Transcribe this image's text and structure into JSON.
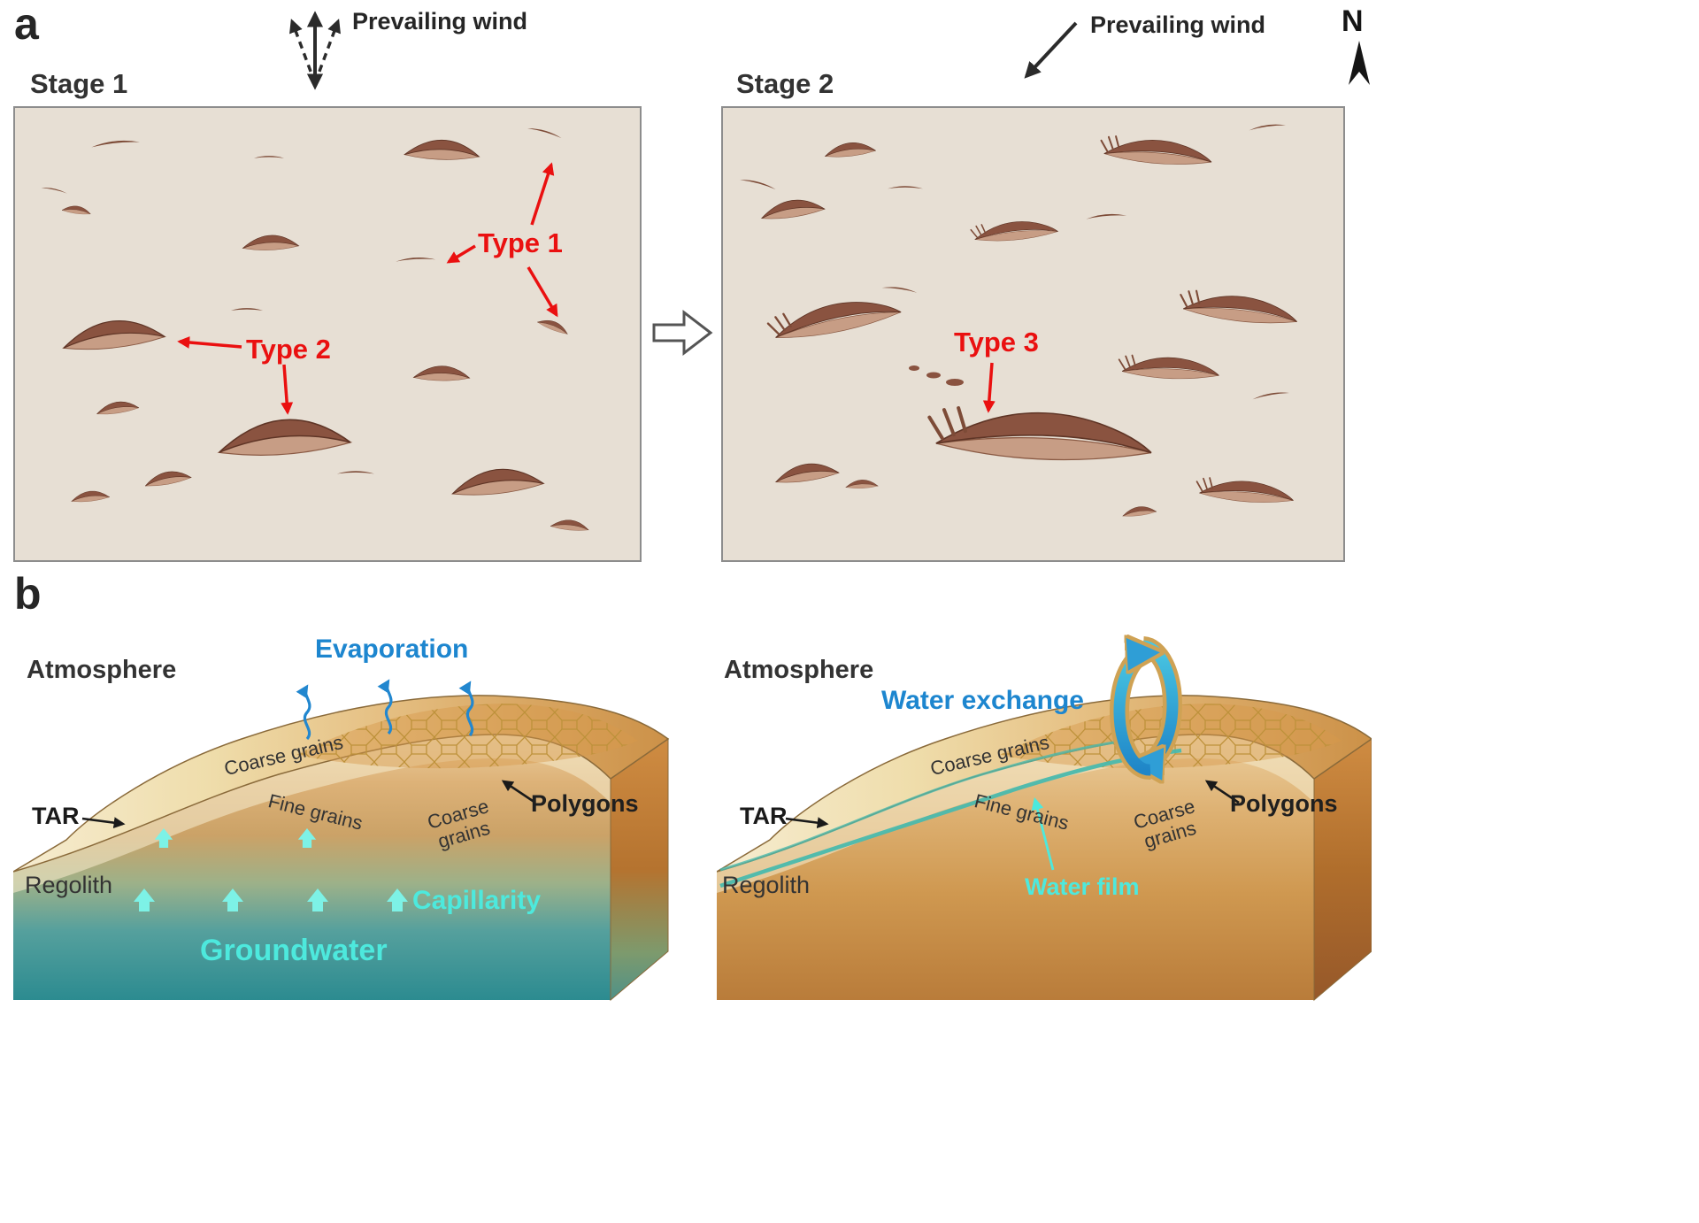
{
  "figure": {
    "panel_a_label": "a",
    "panel_b_label": "b"
  },
  "panel_a": {
    "stage1_title": "Stage 1",
    "stage2_title": "Stage 2",
    "wind_left_label": "Prevailing wind",
    "wind_right_label": "Prevailing wind",
    "north_label": "N",
    "type1_label": "Type 1",
    "type2_label": "Type 2",
    "type3_label": "Type 3"
  },
  "panel_b": {
    "left": {
      "atmosphere_label": "Atmosphere",
      "evaporation_label": "Evaporation",
      "tar_label": "TAR",
      "coarse_grains_top_label": "Coarse grains",
      "fine_grains_label": "Fine grains",
      "coarse_grains_side_label": "Coarse grains",
      "polygons_label": "Polygons",
      "regolith_label": "Regolith",
      "capillarity_label": "Capillarity",
      "groundwater_label": "Groundwater"
    },
    "right": {
      "atmosphere_label": "Atmosphere",
      "water_exchange_label": "Water exchange",
      "tar_label": "TAR",
      "coarse_grains_top_label": "Coarse grains",
      "fine_grains_label": "Fine grains",
      "coarse_grains_side_label": "Coarse grains",
      "polygons_label": "Polygons",
      "regolith_label": "Regolith",
      "water_film_label": "Water film"
    }
  },
  "colors": {
    "map_background": "#e7dfd4",
    "dune_dark": "#8a5340",
    "dune_light": "#c79d85",
    "annotation_red": "#ea1010",
    "water_cyan": "#4de9dd",
    "water_blue": "#1d86cf",
    "sand_orange": "#cc9148",
    "groundwater_teal": "#2c8b90"
  }
}
